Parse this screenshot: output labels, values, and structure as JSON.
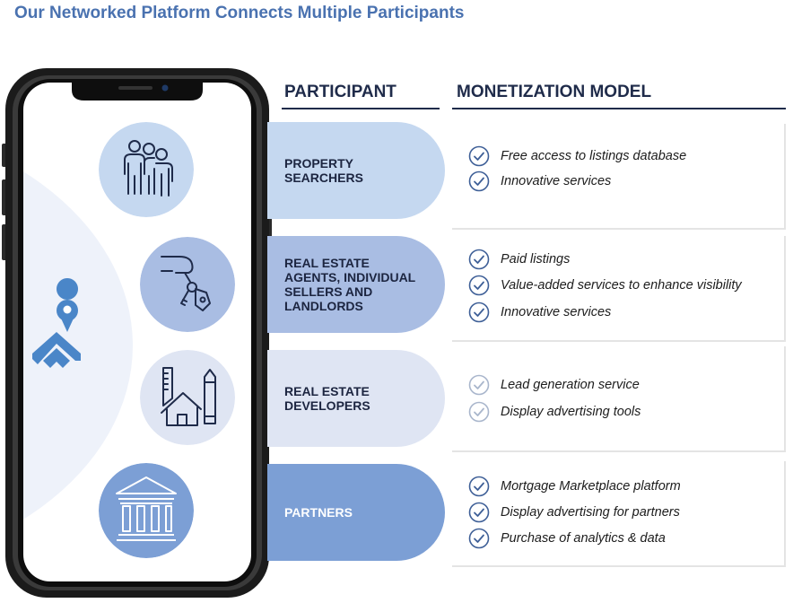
{
  "title": "Our Networked Platform Connects Multiple Participants",
  "headers": {
    "participant": "PARTICIPANT",
    "monetization": "MONETIZATION MODEL"
  },
  "participants": [
    {
      "label": "PROPERTY\nSEARCHERS",
      "icon": "people-group-icon",
      "models": [
        "Free access to listings database",
        "Innovative services"
      ]
    },
    {
      "label": "REAL ESTATE\nAGENTS, INDIVIDUAL\nSELLERS AND\nLANDLORDS",
      "icon": "hand-keys-icon",
      "models": [
        "Paid listings",
        "Value-added services to enhance visibility",
        "Innovative services"
      ]
    },
    {
      "label": "REAL ESTATE\nDEVELOPERS",
      "icon": "house-ruler-pencil-icon",
      "models": [
        "Lead generation service",
        "Display advertising tools"
      ]
    },
    {
      "label": "PARTNERS",
      "icon": "bank-building-icon",
      "models": [
        "Mortgage Marketplace platform",
        "Display advertising for partners",
        "Purchase of analytics & data"
      ]
    }
  ],
  "colors": {
    "title": "#4a72b0",
    "pill1": "#c5d8f0",
    "pill2": "#a9bde3",
    "pill3": "#dfe5f3",
    "pill4": "#7c9fd5",
    "check_dark": "#3e5f97",
    "check_light": "#a9b6cc",
    "map_pin": "#4a86c8"
  }
}
